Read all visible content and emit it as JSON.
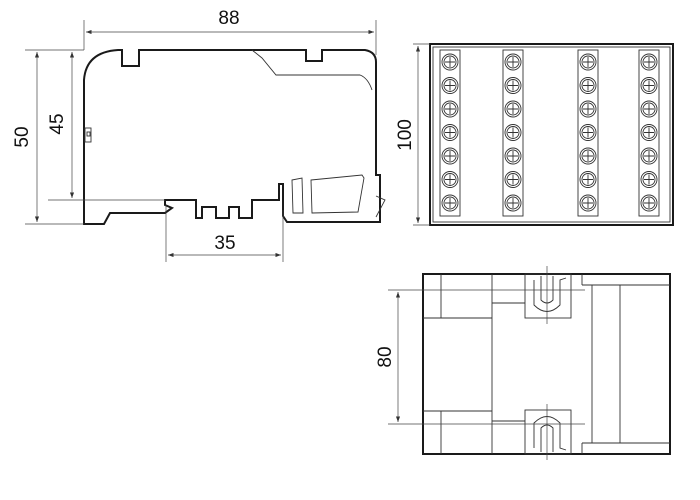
{
  "drawing": {
    "side_view": {
      "width_label": "88",
      "height_label": "50",
      "inner_height_label": "45",
      "rail_label": "35"
    },
    "top_view": {
      "depth_label": "100",
      "screw_columns": 4,
      "screws_per_column": 7
    },
    "bottom_view": {
      "mount_spacing_label": "80"
    },
    "colors": {
      "line": "#1a1a1a",
      "background": "#ffffff"
    }
  }
}
